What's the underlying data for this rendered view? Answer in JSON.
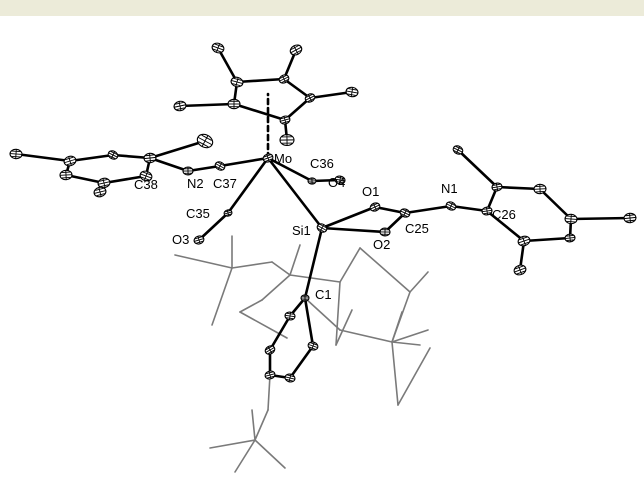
{
  "colors": {
    "top_bar": "#ecebd9",
    "bond": "#000000",
    "wireframe": "#7a7a7a",
    "background": "#ffffff"
  },
  "atom_labels": [
    "Mo",
    "C36",
    "O4",
    "O1",
    "N1",
    "C26",
    "C25",
    "O2",
    "Si1",
    "C37",
    "N2",
    "C38",
    "C35",
    "O3",
    "C1"
  ]
}
